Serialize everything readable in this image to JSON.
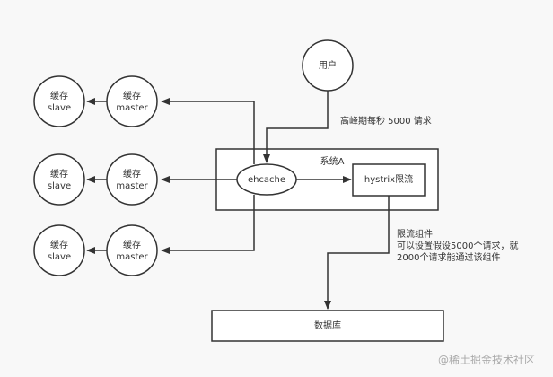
{
  "diagram": {
    "user": {
      "label": "用户"
    },
    "peak_label": "高峰期每秒 5000 请求",
    "system": {
      "label": "系统A"
    },
    "ehcache": {
      "label": "ehcache"
    },
    "hystrix": {
      "label": "hystrix限流"
    },
    "database": {
      "label": "数据库"
    },
    "cache_pairs": [
      {
        "master": {
          "line1": "缓存",
          "line2": "master"
        },
        "slave": {
          "line1": "缓存",
          "line2": "slave"
        }
      },
      {
        "master": {
          "line1": "缓存",
          "line2": "master"
        },
        "slave": {
          "line1": "缓存",
          "line2": "slave"
        }
      },
      {
        "master": {
          "line1": "缓存",
          "line2": "master"
        },
        "slave": {
          "line1": "缓存",
          "line2": "slave"
        }
      }
    ],
    "limiter_note": {
      "line1": "限流组件",
      "line2": "可以设置假设5000个请求，就",
      "line3": "2000个请求能通过该组件"
    },
    "watermark": "@稀土掘金技术社区"
  }
}
